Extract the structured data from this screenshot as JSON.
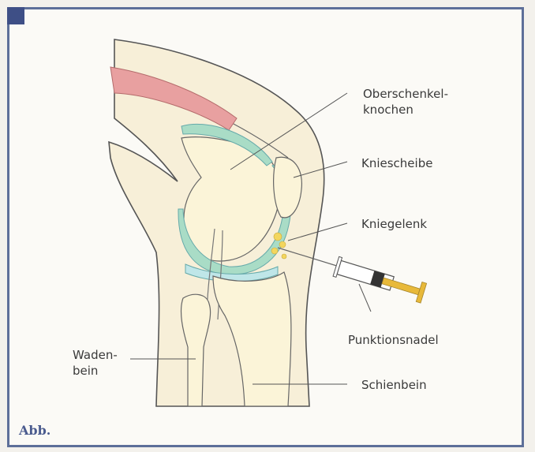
{
  "labels": {
    "femur": "Oberschenkel-\nknochen",
    "patella": "Kniescheibe",
    "knee_joint": "Kniegelenk",
    "needle": "Punktionsnadel",
    "fibula": "Waden-\nbein",
    "tibia": "Schienbein"
  },
  "caption": "Abb.",
  "colors": {
    "frame": "#5d6f99",
    "corner": "#3e4f86",
    "muscle": "#e8a0a0",
    "cartilage": "#a9dcc6",
    "bone": "#fbf4d8",
    "skin": "#f7efd8",
    "syringe_plunger": "#e8b93a"
  }
}
